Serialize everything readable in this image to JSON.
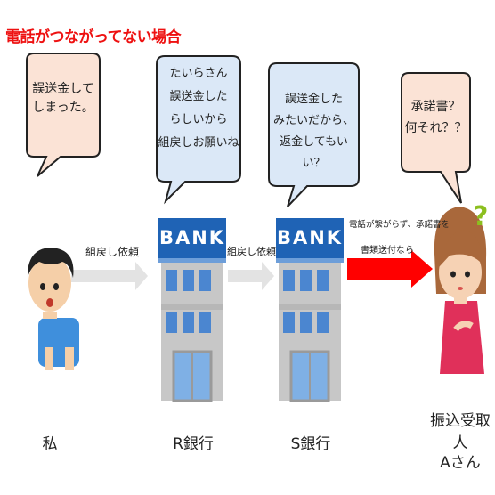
{
  "title": "電話がつながってない場合",
  "bubbles": {
    "me": "誤送金して\nしまった。",
    "r_bank": "たいらさん\n誤送金した\nらしいから\n組戻しお願いね",
    "s_bank": "誤送金した\nみたいだから、\n返金してもいい？",
    "recipient": "承諾書？\n何それ？？"
  },
  "arrows": {
    "first": "組戻し依頼",
    "second": "組戻し依頼",
    "third_line1": "電話が繋がらず、承諾書を",
    "third_line2": "書類送付なら"
  },
  "bank_sign": "BANK",
  "people": {
    "me": "私",
    "r_bank": "R銀行",
    "s_bank": "S銀行",
    "recipient_line1": "振込受取人",
    "recipient_line2": "Aさん"
  },
  "question_mark": "?",
  "colors": {
    "title": "#ee1111",
    "bubble_blue": "#dbe8f7",
    "bubble_peach": "#fbe3d6",
    "bank_blue": "#1f63b5",
    "red_arrow": "#ff0000",
    "gray_arrow": "#e3e3e3"
  }
}
